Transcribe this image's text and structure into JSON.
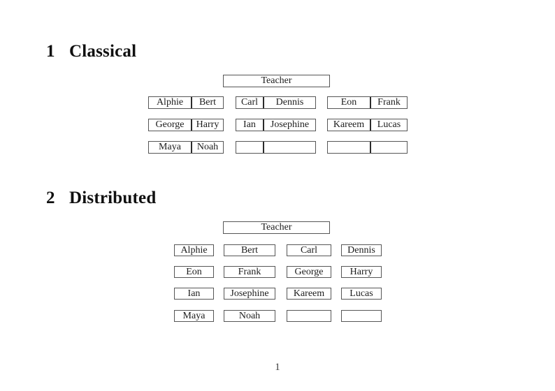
{
  "page_number": "1",
  "sections": [
    {
      "number": "1",
      "title": "Classical",
      "teacher_label": "Teacher",
      "rows": [
        [
          {
            "left": "Alphie",
            "right": "Bert"
          },
          {
            "left": "Carl",
            "right": "Dennis"
          },
          {
            "left": "Eon",
            "right": "Frank"
          }
        ],
        [
          {
            "left": "George",
            "right": "Harry"
          },
          {
            "left": "Ian",
            "right": "Josephine"
          },
          {
            "left": "Kareem",
            "right": "Lucas"
          }
        ],
        [
          {
            "left": "Maya",
            "right": "Noah"
          },
          {
            "left": "",
            "right": ""
          },
          {
            "left": "",
            "right": ""
          }
        ]
      ]
    },
    {
      "number": "2",
      "title": "Distributed",
      "teacher_label": "Teacher",
      "rows": [
        [
          "Alphie",
          "Bert",
          "Carl",
          "Dennis"
        ],
        [
          "Eon",
          "Frank",
          "George",
          "Harry"
        ],
        [
          "Ian",
          "Josephine",
          "Kareem",
          "Lucas"
        ],
        [
          "Maya",
          "Noah",
          "",
          ""
        ]
      ]
    }
  ]
}
